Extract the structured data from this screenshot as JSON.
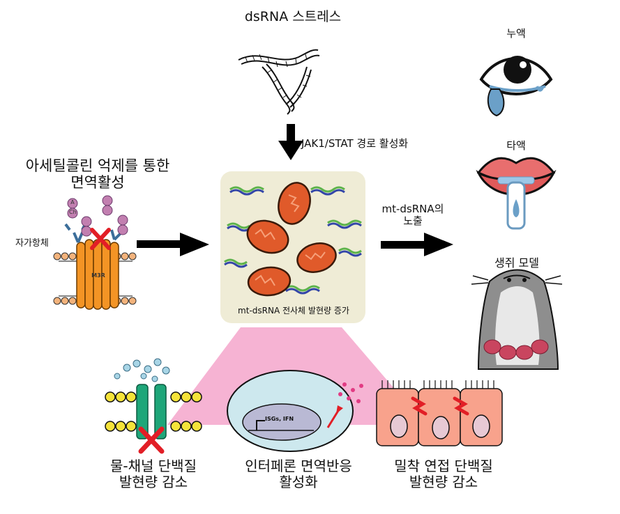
{
  "labels": {
    "dsrna_stress": "dsRNA 스트레스",
    "jak_stat": "JAK1/STAT 경로 활성화",
    "ach_line1": "아세틸콜린 억제를 통한",
    "ach_line2": "면역활성",
    "autoantibody": "자가항체",
    "m3r": "M3R",
    "ach_a": "A",
    "ach_ch": "Ch",
    "mt_exposure_line1": "mt-dsRNA의",
    "mt_exposure_line2": "노출",
    "panel_caption": "mt-dsRNA 전사체 발현량 증가",
    "tears": "누액",
    "saliva": "타액",
    "mouse_model": "생쥐 모델",
    "water_line1": "물-채널 단백질",
    "water_line2": "발현량 감소",
    "ifn_line1": "인터페론 면역반응",
    "ifn_line2": "활성화",
    "isg_ifn": "ISGs, IFN",
    "adh_line1": "밀착 연접 단백질",
    "adh_line2": "발현량 감소"
  },
  "icons": [
    "dsrna-helix-icon",
    "mitochondria-icon",
    "receptor-icon",
    "eye-icon",
    "lips-icon",
    "mouse-icon",
    "cell-icon",
    "red-x-icon",
    "arrow-icon"
  ],
  "colors": {
    "arrow": "#000000",
    "red_x": "#e21e26",
    "panel_bg": "#efecd6",
    "mito": "#e05a2a",
    "pink_funnel": "#f4a6cb",
    "receptor": "#f39425",
    "lipid_head": "#f3b37c",
    "channel": "#1ea679",
    "nucleus_bg": "#cde8ee",
    "epithelium": "#f8a28c"
  }
}
